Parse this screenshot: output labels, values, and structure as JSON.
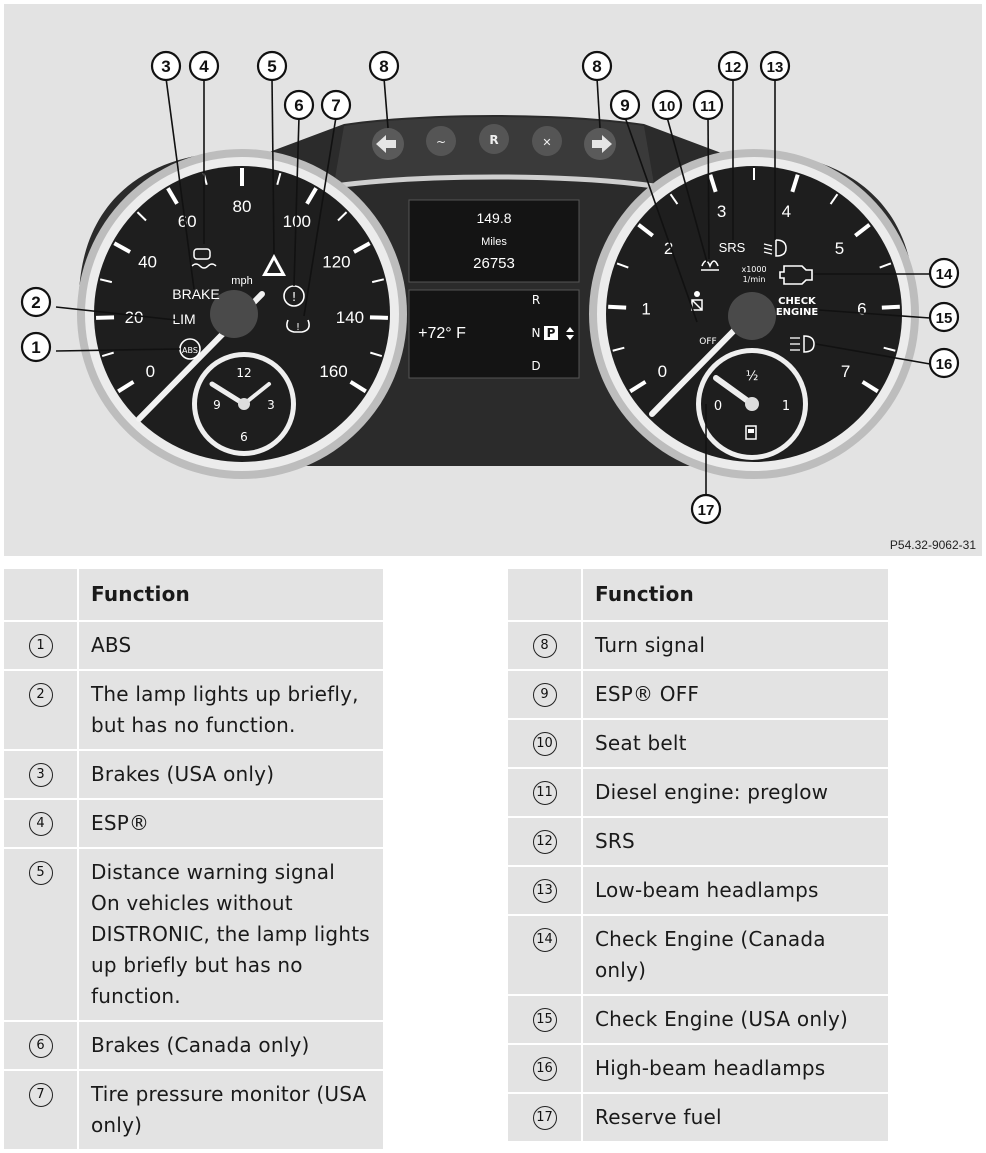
{
  "figure": {
    "code": "P54.32-9062-31",
    "speedometer": {
      "ticks": [
        "0",
        "20",
        "40",
        "60",
        "80",
        "100",
        "120",
        "140",
        "160"
      ],
      "unit": "mph",
      "labels": {
        "brake": "BRAKE",
        "lim": "LIM"
      }
    },
    "clock": {
      "ticks": [
        "12",
        "3",
        "6",
        "9"
      ]
    },
    "tachometer": {
      "ticks": [
        "0",
        "1",
        "2",
        "3",
        "4",
        "5",
        "6",
        "7"
      ],
      "unit_top": "x1000",
      "unit_bottom": "1/min",
      "labels": {
        "srs": "SRS",
        "check": "CHECK",
        "engine": "ENGINE",
        "off": "OFF"
      }
    },
    "fuel": {
      "ticks": [
        "0",
        "½",
        "1"
      ]
    },
    "display": {
      "trip": "149.8",
      "unit": "Miles",
      "odometer": "26753",
      "temperature": "+72° F",
      "gears": [
        "R",
        "N",
        "P",
        "D"
      ]
    },
    "buttons": [
      "~",
      "R",
      "✕"
    ],
    "callouts": [
      "3",
      "4",
      "5",
      "6",
      "7",
      "8",
      "8",
      "9",
      "10",
      "11",
      "12",
      "13",
      "2",
      "1",
      "14",
      "15",
      "16",
      "17"
    ]
  },
  "table_left": {
    "header": "Function",
    "rows": [
      {
        "num": "1",
        "lines": [
          "ABS"
        ]
      },
      {
        "num": "2",
        "lines": [
          "The lamp lights up briefly,",
          "but has no function."
        ]
      },
      {
        "num": "3",
        "lines": [
          "Brakes (USA only)"
        ]
      },
      {
        "num": "4",
        "lines": [
          "ESP®"
        ]
      },
      {
        "num": "5",
        "lines": [
          "Distance warning signal",
          "On vehicles without",
          "DISTRONIC, the lamp lights",
          "up briefly but has no",
          "function."
        ]
      },
      {
        "num": "6",
        "lines": [
          "Brakes (Canada only)"
        ]
      },
      {
        "num": "7",
        "lines": [
          "Tire pressure monitor (USA",
          "only)"
        ]
      }
    ]
  },
  "table_right": {
    "header": "Function",
    "rows": [
      {
        "num": "8",
        "lines": [
          "Turn signal"
        ]
      },
      {
        "num": "9",
        "lines": [
          "ESP® OFF"
        ]
      },
      {
        "num": "10",
        "lines": [
          "Seat belt"
        ]
      },
      {
        "num": "11",
        "lines": [
          "Diesel engine: preglow"
        ]
      },
      {
        "num": "12",
        "lines": [
          "SRS"
        ]
      },
      {
        "num": "13",
        "lines": [
          "Low-beam headlamps"
        ]
      },
      {
        "num": "14",
        "lines": [
          "Check Engine (Canada",
          "only)"
        ]
      },
      {
        "num": "15",
        "lines": [
          "Check Engine (USA only)"
        ]
      },
      {
        "num": "16",
        "lines": [
          "High-beam headlamps"
        ]
      },
      {
        "num": "17",
        "lines": [
          "Reserve fuel"
        ]
      }
    ]
  }
}
